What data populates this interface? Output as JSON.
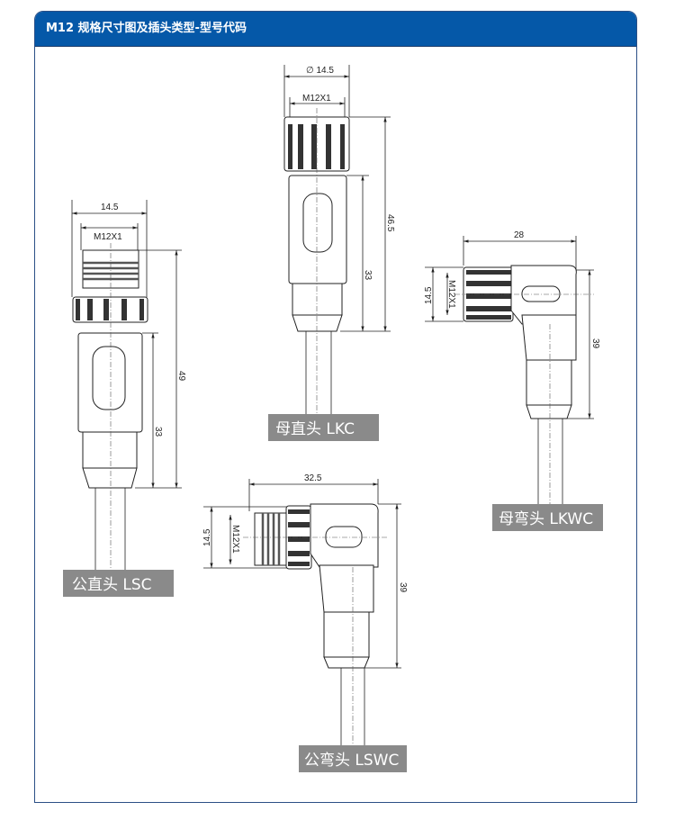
{
  "header": {
    "title": "M12 规格尺寸图及插头类型-型号代码"
  },
  "connectors": [
    {
      "label": "公直头  LSC",
      "dims": {
        "width": "14.5",
        "thread": "M12X1",
        "length": "49",
        "body": "33"
      }
    },
    {
      "label": "母直头  LKC",
      "dims": {
        "width": "∅ 14.5",
        "thread": "M12X1",
        "length": "46.5",
        "body": "33"
      }
    },
    {
      "label": "母弯头 LKWC",
      "dims": {
        "width": "28",
        "thread": "M12X1",
        "height": "14.5",
        "length": "39"
      }
    },
    {
      "label": "公弯头 LSWC",
      "dims": {
        "width": "32.5",
        "thread": "M12X1",
        "height": "14.5",
        "length": "39"
      }
    }
  ],
  "colors": {
    "header": "#0558a8",
    "label_bg": "#8a8a8a"
  }
}
